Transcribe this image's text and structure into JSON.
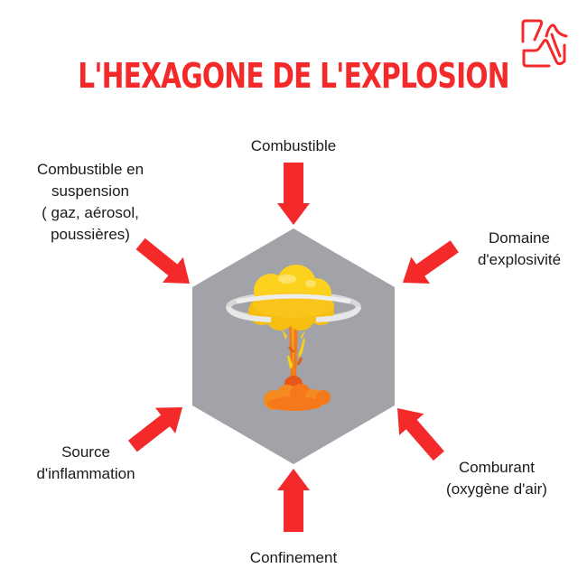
{
  "title": "L'HEXAGONE DE L'EXPLOSION",
  "logo": {
    "icon": "brand-logo-icon",
    "color": "#f42a2a"
  },
  "colors": {
    "accent": "#f42a2a",
    "arrow": "#f42a2a",
    "hexagon": "#a2a3a8",
    "text": "#1a1a1a"
  },
  "hexagon": {
    "center_icon": "mushroom-cloud-explosion-icon",
    "factors": [
      {
        "id": "top",
        "label": "Combustible"
      },
      {
        "id": "top-right",
        "label": "Domaine\nd'explosivité"
      },
      {
        "id": "bottom-right",
        "label": "Comburant\n(oxygène d'air)"
      },
      {
        "id": "bottom",
        "label": "Confinement"
      },
      {
        "id": "bottom-left",
        "label": "Source\nd'inflammation"
      },
      {
        "id": "top-left",
        "label": "Combustible en\nsuspension\n( gaz, aérosol,\npoussières)"
      }
    ]
  }
}
